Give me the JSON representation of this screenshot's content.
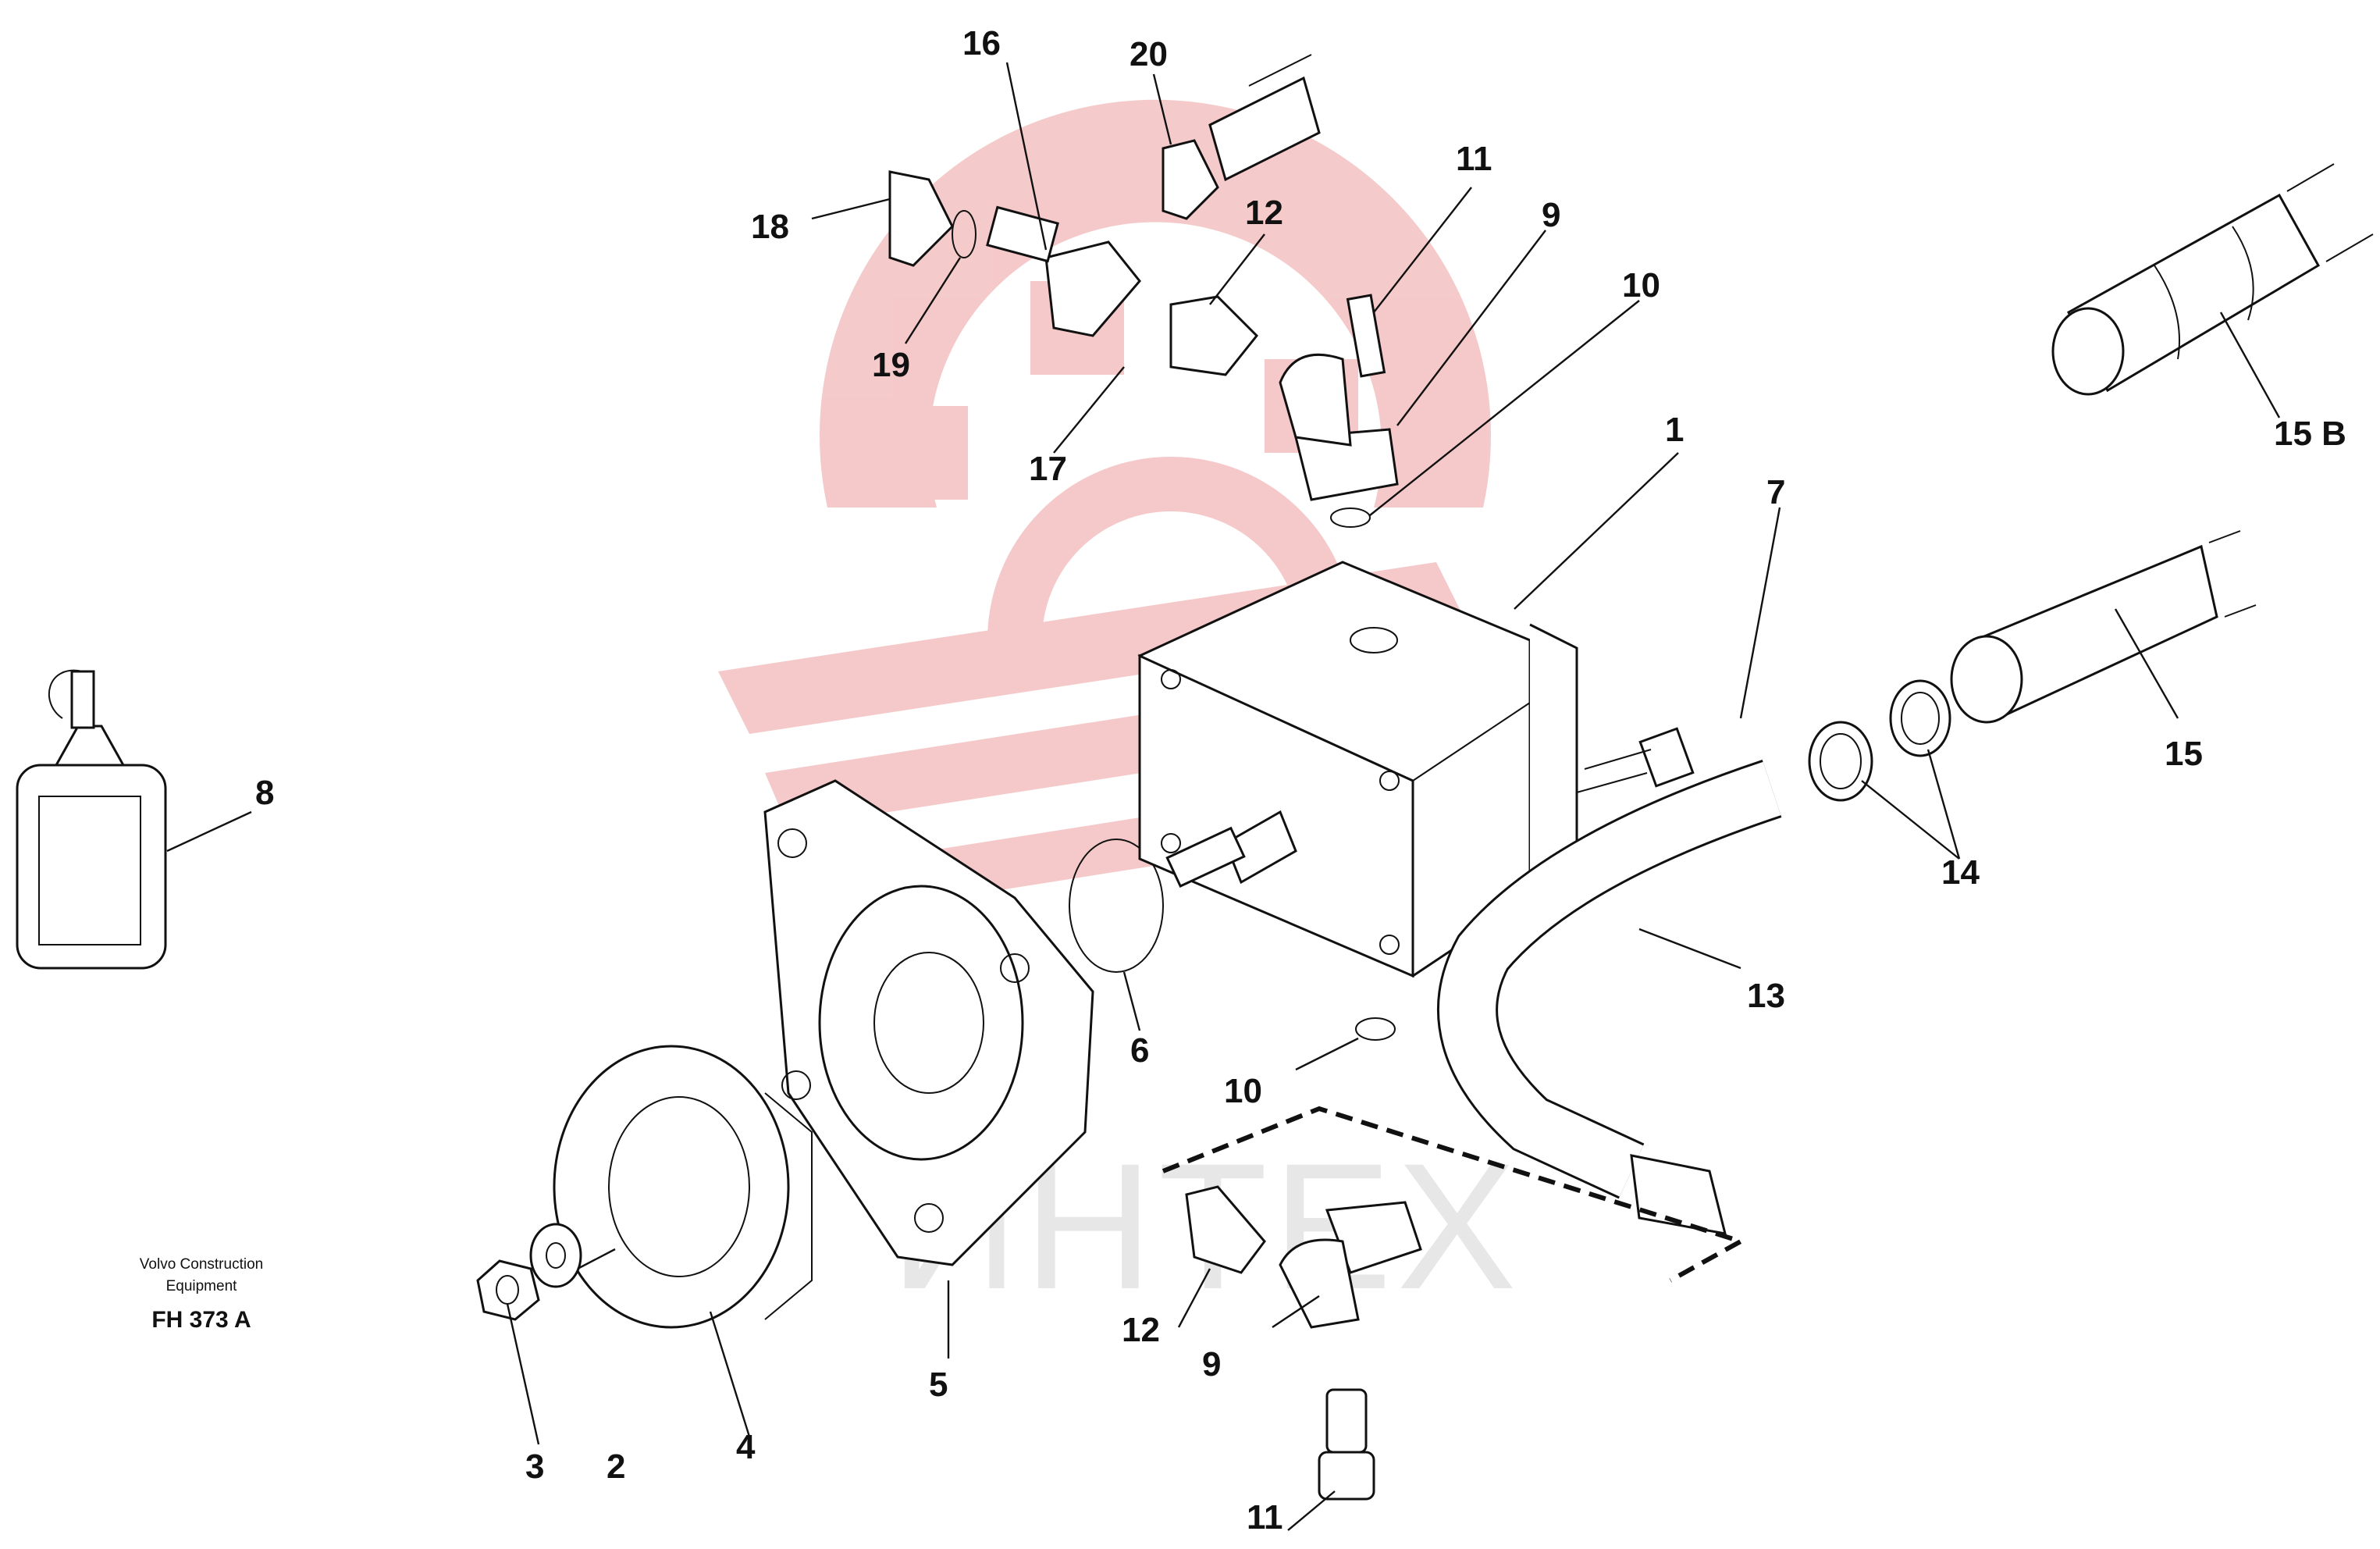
{
  "diagram": {
    "labels": {
      "p1": "1",
      "p2": "2",
      "p3": "3",
      "p4": "4",
      "p5": "5",
      "p6": "6",
      "p7": "7",
      "p8": "8",
      "p9a": "9",
      "p9b": "9",
      "p10a": "10",
      "p10b": "10",
      "p11a": "11",
      "p11b": "11",
      "p12a": "12",
      "p12b": "12",
      "p13": "13",
      "p14": "14",
      "p15": "15",
      "p15b": "15 B",
      "p16": "16",
      "p17": "17",
      "p18": "18",
      "p19": "19",
      "p20": "20"
    },
    "credit": {
      "line1": "Volvo Construction",
      "line2": "Equipment"
    },
    "figure_code": "FH 373 A",
    "watermark": {
      "text": "ИНТЕХ",
      "logo_color": "#f4c4c4",
      "text_color": "#e7e7e7"
    }
  }
}
